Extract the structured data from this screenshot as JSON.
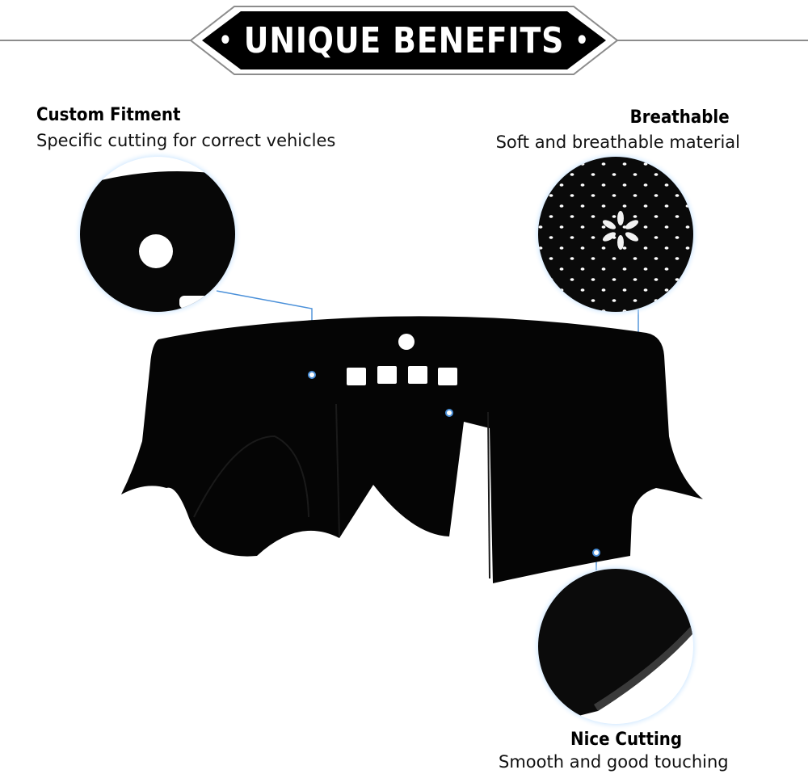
{
  "banner": {
    "title": "UNIQUE BENEFITS",
    "bullet": "•"
  },
  "features": [
    {
      "title": "Custom Fitment",
      "description": "Specific cutting for correct vehicles"
    },
    {
      "title": "Breathable",
      "description": "Soft and breathable material"
    },
    {
      "title": "Nice Cutting",
      "description": "Smooth and good touching"
    }
  ],
  "colors": {
    "banner_bg": "#000000",
    "banner_border": "#8c8c8c",
    "mat": "#050505",
    "callout_line": "#4a90d9",
    "ring_glow": "#5fb2ff"
  }
}
